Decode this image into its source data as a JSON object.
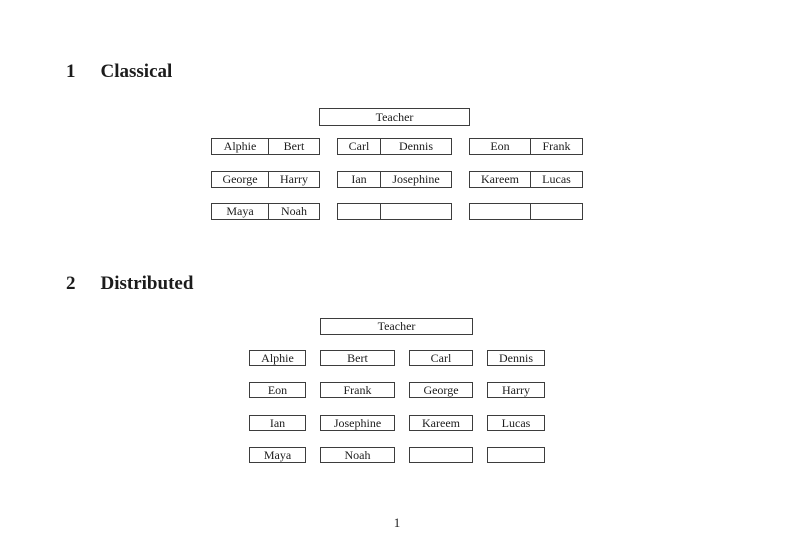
{
  "page": {
    "number": "1"
  },
  "classical": {
    "heading_number": "1",
    "heading_title": "Classical",
    "teacher_label": "Teacher",
    "rows": [
      {
        "desks": [
          {
            "left": "Alphie",
            "right": "Bert"
          },
          {
            "left": "Carl",
            "right": "Dennis"
          },
          {
            "left": "Eon",
            "right": "Frank"
          }
        ]
      },
      {
        "desks": [
          {
            "left": "George",
            "right": "Harry"
          },
          {
            "left": "Ian",
            "right": "Josephine"
          },
          {
            "left": "Kareem",
            "right": "Lucas"
          }
        ]
      },
      {
        "desks": [
          {
            "left": "Maya",
            "right": "Noah"
          },
          {
            "left": "",
            "right": ""
          },
          {
            "left": "",
            "right": ""
          }
        ]
      }
    ]
  },
  "distributed": {
    "heading_number": "2",
    "heading_title": "Distributed",
    "teacher_label": "Teacher",
    "rows": [
      [
        "Alphie",
        "Bert",
        "Carl",
        "Dennis"
      ],
      [
        "Eon",
        "Frank",
        "George",
        "Harry"
      ],
      [
        "Ian",
        "Josephine",
        "Kareem",
        "Lucas"
      ],
      [
        "Maya",
        "Noah",
        "",
        ""
      ]
    ]
  }
}
